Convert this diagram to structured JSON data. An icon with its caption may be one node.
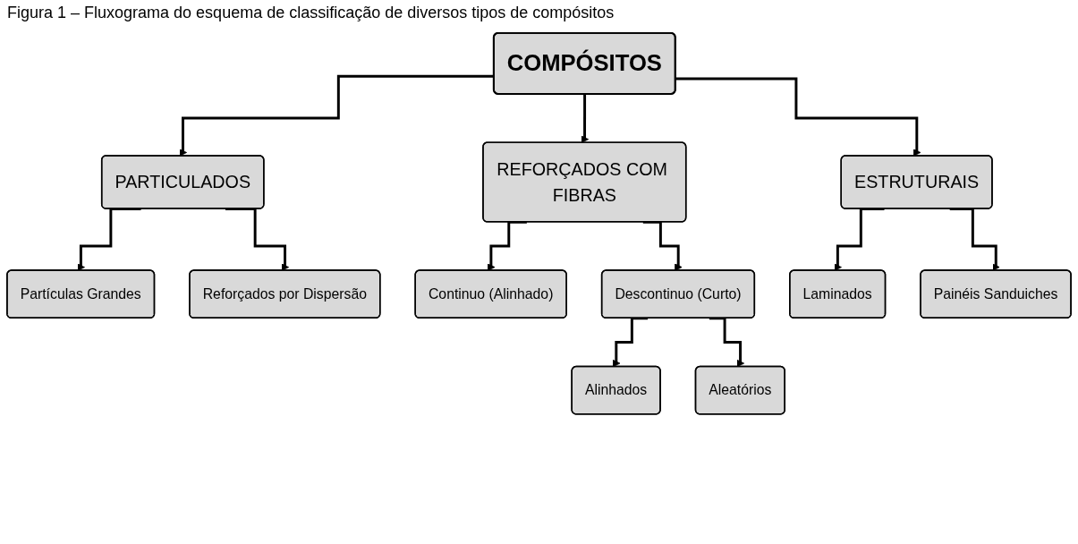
{
  "diagram": {
    "title": "Figura 1 – Fluxograma do esquema de classificação de diversos tipos de compósitos",
    "nodes": [
      {
        "text": [
          "COMPÓSITOS"
        ]
      },
      {
        "text": [
          "PARTICULADOS"
        ]
      },
      {
        "text": [
          "REFORÇADOS COM FIBRAS"
        ]
      },
      {
        "text": [
          "ESTRUTURAIS"
        ]
      },
      {
        "text": [
          "Partículas Grandes"
        ]
      },
      {
        "text": [
          "Reforçados por Dispersão"
        ]
      },
      {
        "text": [
          "Continuo (Alinhado)"
        ]
      },
      {
        "text": [
          "Descontinuo (Curto)"
        ]
      },
      {
        "text": [
          "Laminados"
        ]
      },
      {
        "text": [
          "Painéis Sanduiches"
        ]
      },
      {
        "text": [
          "Alinhados"
        ]
      },
      {
        "text": [
          "Aleatórios"
        ]
      }
    ],
    "edges": [
      {
        "from": 0,
        "to": 1,
        "arrow": "to"
      },
      {
        "from": 0,
        "to": 2,
        "arrow": "to"
      },
      {
        "from": 0,
        "to": 3,
        "arrow": "to"
      },
      {
        "from": 1,
        "to": 4,
        "arrow": "to"
      },
      {
        "from": 1,
        "to": 5,
        "arrow": "to"
      },
      {
        "from": 2,
        "to": 6,
        "arrow": "to"
      },
      {
        "from": 2,
        "to": 7,
        "arrow": "to"
      },
      {
        "from": 3,
        "to": 8,
        "arrow": "to"
      },
      {
        "from": 3,
        "to": 9,
        "arrow": "to"
      },
      {
        "from": 7,
        "to": 10,
        "arrow": "to"
      },
      {
        "from": 7,
        "to": 11,
        "arrow": "to"
      }
    ]
  }
}
